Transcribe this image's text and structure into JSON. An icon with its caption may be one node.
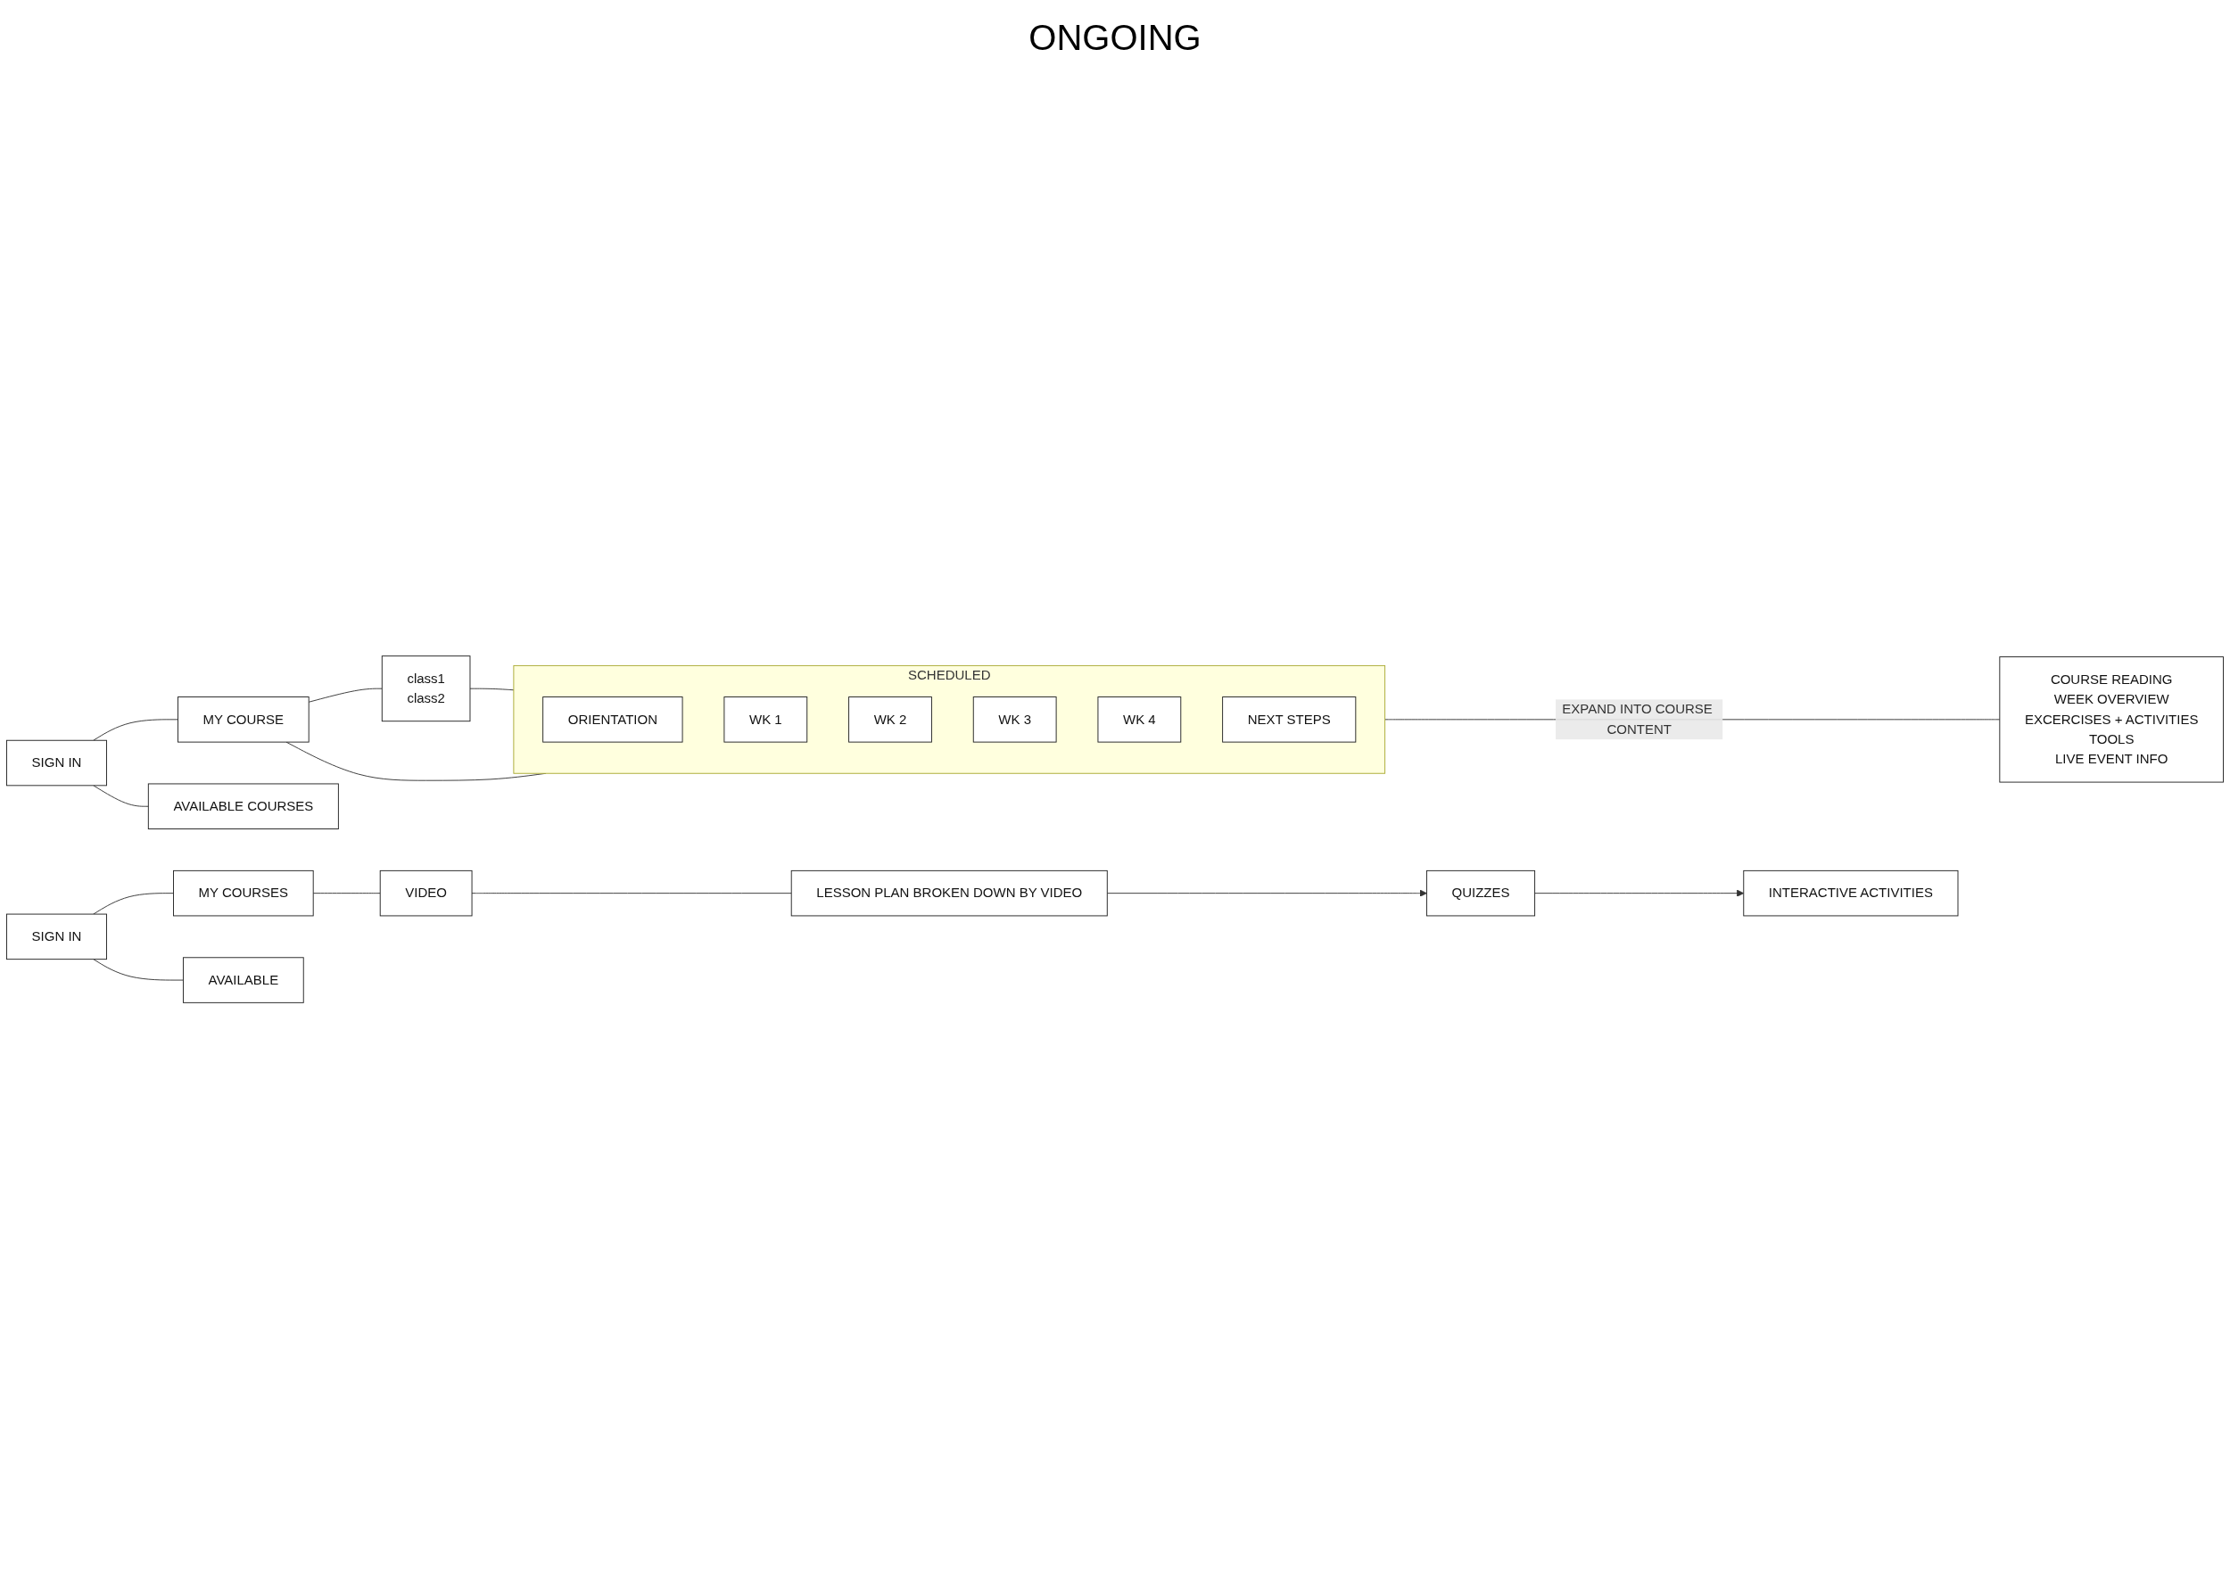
{
  "diagram": {
    "nodes": [
      {
        "text": [
          "SIGN IN"
        ]
      },
      {
        "text": [
          "MY COURSE"
        ]
      },
      {
        "text": [
          "AVAILABLE COURSES"
        ]
      },
      {
        "text": [
          "class1",
          "class2"
        ]
      },
      {
        "text": [
          "SCHEDULED"
        ]
      },
      {
        "text": [
          "ORIENTATION"
        ],
        "in": 4
      },
      {
        "text": [
          "WK 1"
        ],
        "in": 4
      },
      {
        "text": [
          "WK 2"
        ],
        "in": 4
      },
      {
        "text": [
          "WK 3"
        ],
        "in": 4
      },
      {
        "text": [
          "WK 4"
        ],
        "in": 4
      },
      {
        "text": [
          "NEXT STEPS"
        ],
        "in": 4
      },
      {
        "text": [
          "COURSE READING",
          "WEEK OVERVIEW",
          "EXCERCISES + ACTIVITIES",
          "TOOLS",
          "LIVE EVENT INFO"
        ]
      },
      {
        "text": [
          "SIGN IN"
        ]
      },
      {
        "text": [
          "MY COURSES"
        ]
      },
      {
        "text": [
          "AVAILABLE"
        ]
      },
      {
        "text": [
          "VIDEO"
        ]
      },
      {
        "text": [
          "LESSON PLAN BROKEN DOWN BY VIDEO"
        ]
      },
      {
        "text": [
          "QUIZZES"
        ]
      },
      {
        "text": [
          "INTERACTIVE ACTIVITIES"
        ]
      }
    ],
    "edges": [
      {
        "from": 0,
        "to": 1,
        "arrow": "none"
      },
      {
        "from": 0,
        "to": 2,
        "arrow": "none"
      },
      {
        "from": 1,
        "to": 3,
        "arrow": "none"
      },
      {
        "from": 3,
        "to": 4,
        "arrow": "none"
      },
      {
        "from": 1,
        "to": 4,
        "arrow": "none"
      },
      {
        "from": 4,
        "to": 11,
        "arrow": "none",
        "label": "EXPAND INTO COURSE CONTENT"
      },
      {
        "from": 12,
        "to": 13,
        "arrow": "none"
      },
      {
        "from": 12,
        "to": 14,
        "arrow": "none"
      },
      {
        "from": 13,
        "to": 15,
        "arrow": "none"
      },
      {
        "from": 15,
        "to": 16,
        "arrow": "none"
      },
      {
        "from": 16,
        "to": 17,
        "arrow": "to"
      },
      {
        "from": 17,
        "to": 18,
        "arrow": "to"
      }
    ],
    "labels": [
      "ONGOING"
    ]
  }
}
